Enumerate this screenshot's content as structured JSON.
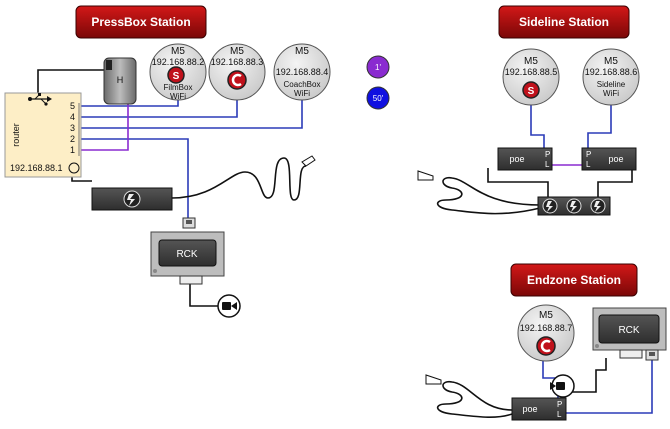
{
  "stations": {
    "pressbox": {
      "title": "PressBox Station"
    },
    "sideline": {
      "title": "Sideline Station"
    },
    "endzone": {
      "title": "Endzone Station"
    }
  },
  "router": {
    "label": "router",
    "ip": "192.168.88.1",
    "ports": [
      "5",
      "4",
      "3",
      "2",
      "1"
    ]
  },
  "hub": {
    "label": "H"
  },
  "m5_nodes": [
    {
      "model": "M5",
      "ip": "192.168.88.2",
      "name_line1": "FilmBox",
      "name_line2": "WiFi"
    },
    {
      "model": "M5",
      "ip": "192.168.88.3",
      "name_line1": "",
      "name_line2": ""
    },
    {
      "model": "M5",
      "ip": "192.168.88.4",
      "name_line1": "CoachBox",
      "name_line2": "WiFi"
    },
    {
      "model": "M5",
      "ip": "192.168.88.5",
      "name_line1": "",
      "name_line2": ""
    },
    {
      "model": "M5",
      "ip": "192.168.88.6",
      "name_line1": "Sideline",
      "name_line2": "WiFi"
    },
    {
      "model": "M5",
      "ip": "192.168.88.7",
      "name_line1": "",
      "name_line2": ""
    }
  ],
  "cable_legend": [
    {
      "label": "1'",
      "color": "#8a2bd0"
    },
    {
      "label": "50'",
      "color": "#1010e0"
    }
  ],
  "rck": {
    "label": "RCK"
  },
  "poe": {
    "label": "poe",
    "port_p": "P",
    "port_l": "L"
  },
  "icons": {
    "power": "power-brick-icon",
    "camera": "video-camera-icon",
    "usb": "usb-icon",
    "logo_s": "logo-s-icon",
    "logo_c": "logo-c-icon"
  }
}
